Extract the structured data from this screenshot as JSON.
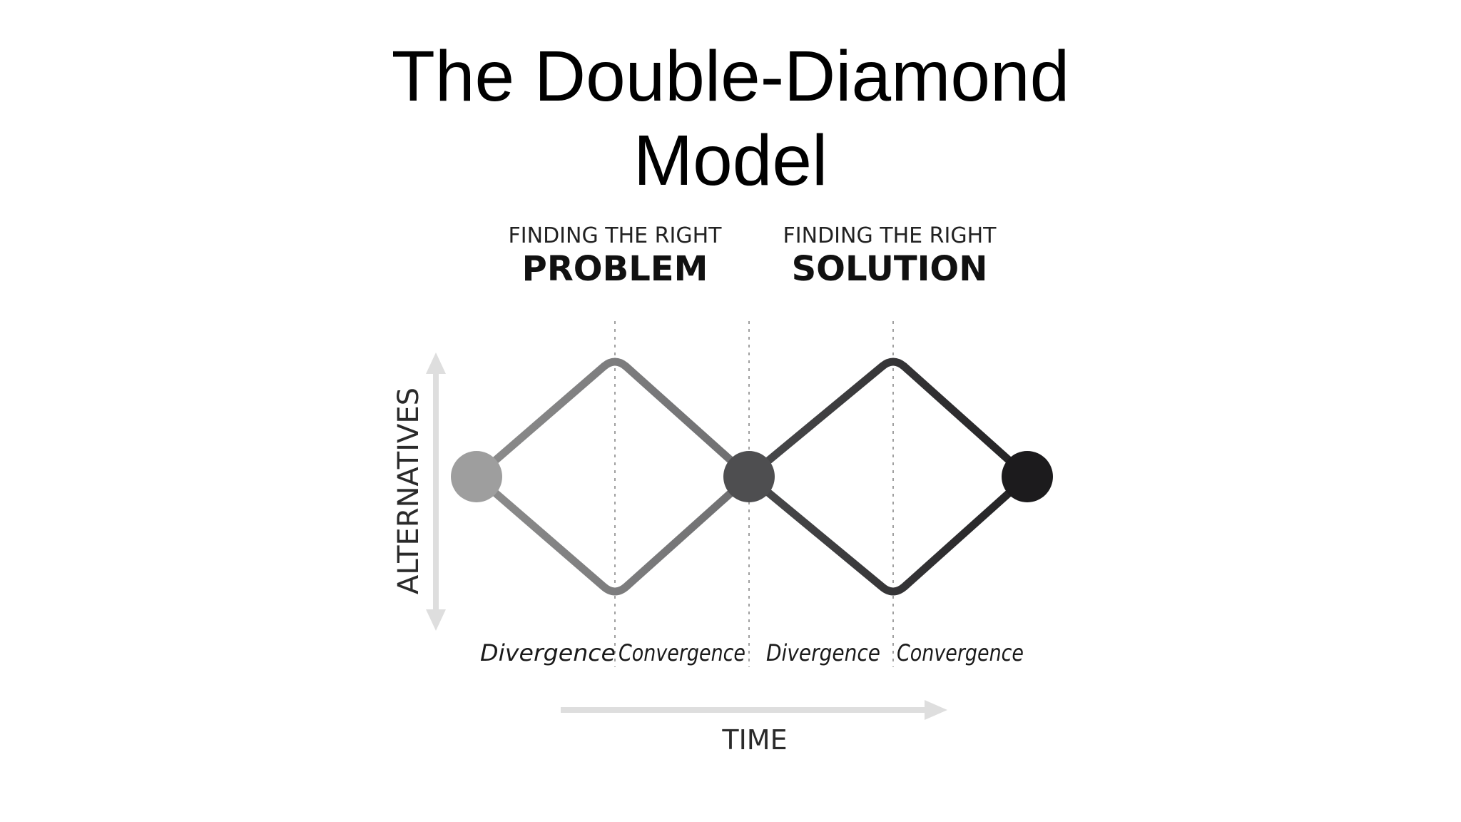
{
  "title": {
    "line1": "The Double-Diamond",
    "line2": "Model"
  },
  "phases": [
    {
      "kicker": "FINDING THE RIGHT",
      "name": "PROBLEM"
    },
    {
      "kicker": "FINDING THE RIGHT",
      "name": "SOLUTION"
    }
  ],
  "stages": [
    "Divergence",
    "Convergence",
    "Divergence",
    "Convergence"
  ],
  "axes": {
    "vertical": "ALTERNATIVES",
    "horizontal": "TIME"
  },
  "colors": {
    "diamond_1": "#8a8a8a",
    "diamond_2": "#3a3a3c",
    "node_start": "#9e9e9e",
    "node_middle": "#4e4e50",
    "node_end": "#1c1b1d",
    "axis_arrow": "#dedede",
    "guide_line": "#a0a0a0"
  }
}
